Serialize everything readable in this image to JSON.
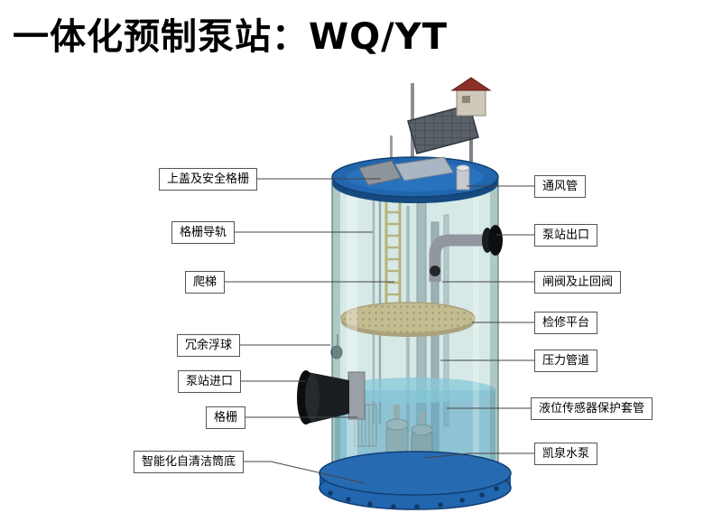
{
  "title": "一体化预制泵站：WQ/YT",
  "labels_left": [
    {
      "text": "上盖及安全格栅"
    },
    {
      "text": "格栅导轨"
    },
    {
      "text": "爬梯"
    },
    {
      "text": "冗余浮球"
    },
    {
      "text": "泵站进口"
    },
    {
      "text": "格栅"
    },
    {
      "text": "智能化自清洁筒底"
    }
  ],
  "labels_right": [
    {
      "text": "通风管"
    },
    {
      "text": "泵站出口"
    },
    {
      "text": "闸阀及止回阀"
    },
    {
      "text": "检修平台"
    },
    {
      "text": "压力管道"
    },
    {
      "text": "液位传感器保护套管"
    },
    {
      "text": "凯泉水泵"
    }
  ],
  "colors": {
    "lid_blue": "#2166ae",
    "base_blue": "#1d5a9e",
    "body_teal": "#9ecbc4",
    "water_blue": "#3491c8",
    "platform_tan": "#dcb26a",
    "ladder_yellow": "#c9a24b",
    "roof_red": "#8c2f26",
    "pipe_grey": "#9ba1a9",
    "flange_black": "#0c0e10"
  }
}
